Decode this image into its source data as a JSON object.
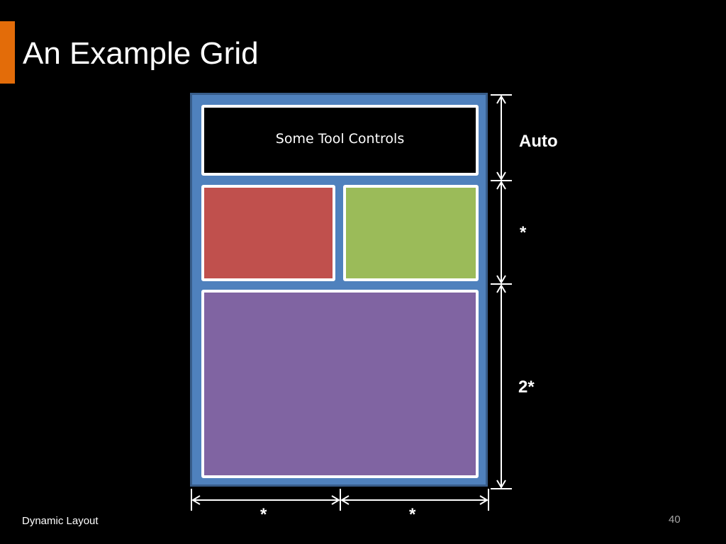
{
  "slide": {
    "title": "An Example Grid",
    "footer_text": "Dynamic Layout",
    "page_number": "40"
  },
  "diagram": {
    "toolbar_cell_label": "Some Tool Controls",
    "row_sizes": [
      "Auto",
      "*",
      "2*"
    ],
    "column_sizes": [
      "*",
      "*"
    ]
  },
  "colors": {
    "accent": "#e36c09",
    "grid_background": "#4f81bd",
    "toolbar_cell": "#000000",
    "red_cell": "#c0504d",
    "green_cell": "#9bbb59",
    "purple_cell": "#8064a2",
    "cell_border": "#ffffff"
  }
}
